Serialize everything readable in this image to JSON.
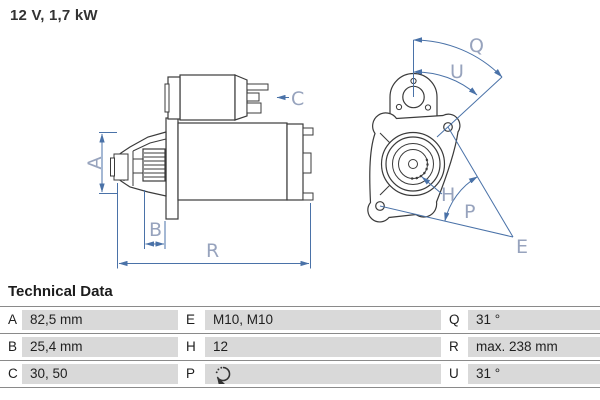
{
  "header": {
    "title": "12 V, 1,7 kW"
  },
  "drawing": {
    "labels": {
      "A": "A",
      "B": "B",
      "C": "C",
      "R": "R",
      "Q": "Q",
      "U": "U",
      "H": "H",
      "P": "P",
      "E": "E"
    },
    "colors": {
      "outline": "#3b3b3b",
      "dimension_line": "#4a72a8",
      "dimension_label": "#97a3bd"
    }
  },
  "table": {
    "heading": "Technical Data",
    "colors": {
      "cell_bg": "#d9d9d9",
      "row_line": "#8a8a8a"
    },
    "rows": [
      {
        "cells": [
          {
            "key": "A",
            "value": "82,5 mm"
          },
          {
            "key": "E",
            "value": "M10, M10"
          },
          {
            "key": "Q",
            "value": "31 °"
          }
        ]
      },
      {
        "cells": [
          {
            "key": "B",
            "value": "25,4 mm"
          },
          {
            "key": "H",
            "value": "12"
          },
          {
            "key": "R",
            "value": "max. 238 mm"
          }
        ]
      },
      {
        "cells": [
          {
            "key": "C",
            "value": "30, 50"
          },
          {
            "key": "P",
            "value": "",
            "value_icon": "rotation-direction-icon"
          },
          {
            "key": "U",
            "value": "31 °"
          }
        ]
      }
    ]
  }
}
